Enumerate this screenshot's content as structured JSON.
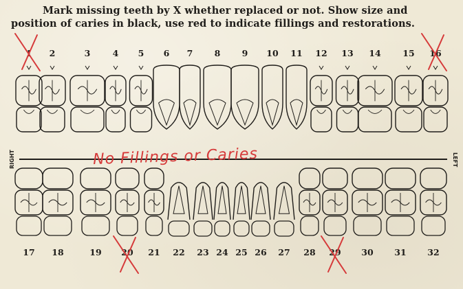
{
  "instructions": {
    "line1": "Mark missing teeth by X whether replaced or not.  Show size and",
    "line2": "position of caries in black, use red to indicate fillings and restorations."
  },
  "labels": {
    "right": "RIGHT",
    "left": "LEFT"
  },
  "upper_teeth": [
    "1",
    "2",
    "3",
    "4",
    "5",
    "6",
    "7",
    "8",
    "9",
    "10",
    "11",
    "12",
    "13",
    "14",
    "15",
    "16"
  ],
  "lower_teeth": [
    "17",
    "18",
    "19",
    "20",
    "21",
    "22",
    "23",
    "24",
    "25",
    "26",
    "27",
    "28",
    "29",
    "30",
    "31",
    "32"
  ],
  "annotation": "No Fillings or Caries",
  "missing_teeth": [
    "1",
    "16",
    "20",
    "29"
  ],
  "colors": {
    "ink": "#1f1d1a",
    "red_pen": "#d63a3a",
    "paper": "#efe9d6"
  }
}
